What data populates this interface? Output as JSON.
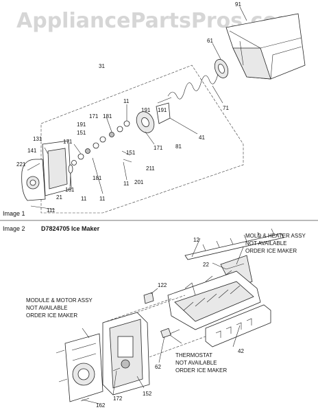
{
  "watermark": "AppliancePartsPros.com",
  "image1": {
    "label": "Image 1",
    "callouts": [
      "91",
      "61",
      "31",
      "71",
      "11",
      "191",
      "181",
      "171",
      "191",
      "151",
      "41",
      "81",
      "171",
      "151",
      "11",
      "211",
      "201",
      "11",
      "131",
      "141",
      "221",
      "161",
      "21",
      "11",
      "111",
      "181",
      "191",
      "171"
    ]
  },
  "image2": {
    "label": "Image 2",
    "title": "D7824705 Ice Maker",
    "callouts": [
      "12",
      "22",
      "122",
      "42",
      "62",
      "152",
      "172",
      "162"
    ],
    "notes": {
      "mold": [
        "MOLD & HEATER ASSY",
        "NOT AVAILABLE",
        "ORDER ICE MAKER"
      ],
      "module": [
        "MODULE & MOTOR ASSY",
        "NOT AVAILABLE",
        "ORDER ICE MAKER"
      ],
      "thermostat": [
        "THERMOSTAT",
        "NOT AVAILABLE",
        "ORDER ICE MAKER"
      ]
    }
  }
}
